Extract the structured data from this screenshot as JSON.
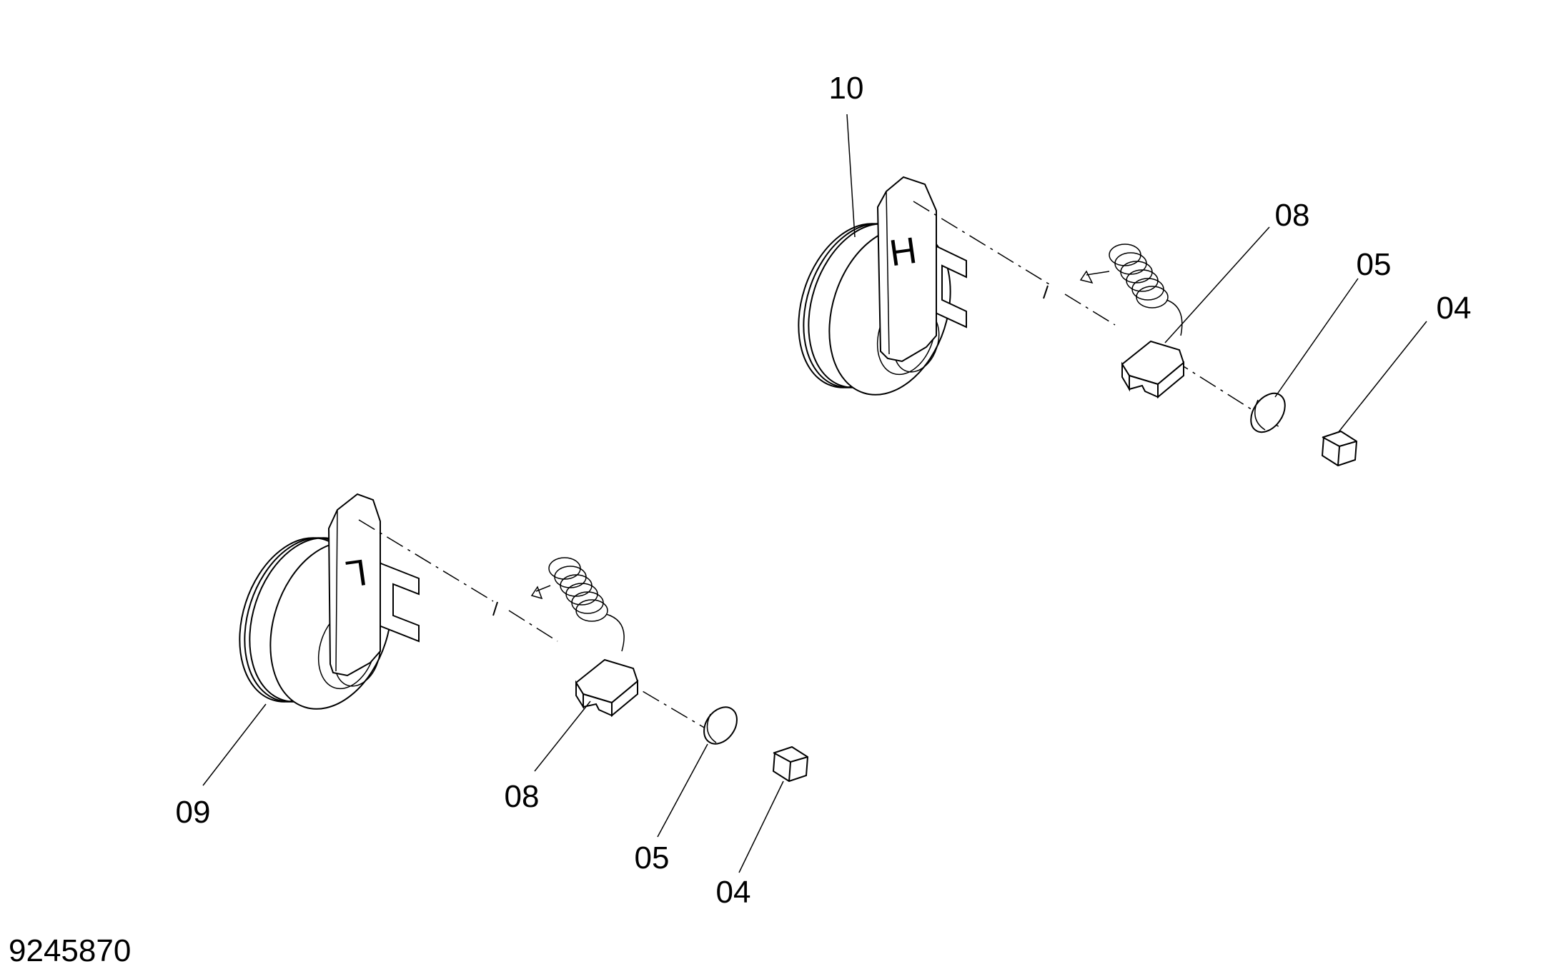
{
  "drawing": {
    "document_number": "9245870",
    "callouts": {
      "upper_horn": "10",
      "upper_connector": "08",
      "upper_washer": "05",
      "upper_nut": "04",
      "lower_horn": "09",
      "lower_connector": "08",
      "lower_washer": "05",
      "lower_nut": "04"
    },
    "bracket_marks": {
      "upper": "H",
      "lower": "L"
    }
  }
}
